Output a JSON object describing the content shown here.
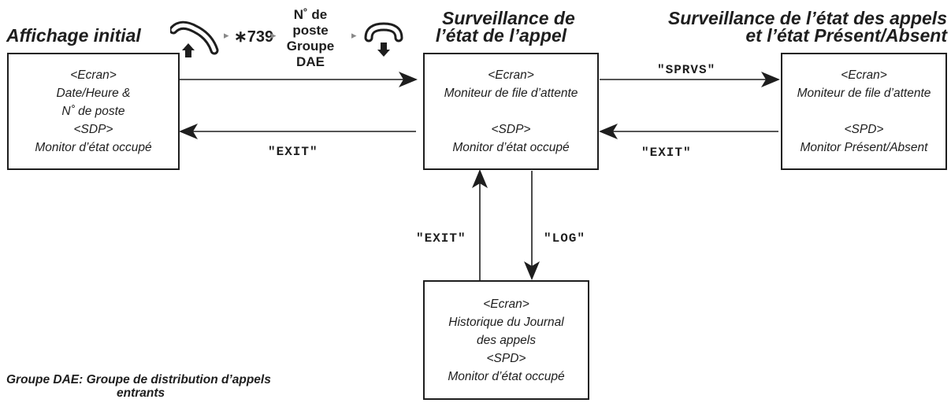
{
  "headings": {
    "initial": "Affichage initial",
    "call_status_line1": "Surveillance de",
    "call_status_line2": "l’état de l’appel",
    "calls_presence_line1": "Surveillance de l’état des appels",
    "calls_presence_line2": "et l’état Présent/Absent"
  },
  "sequence": {
    "offhook_icon": "handset-offhook-icon",
    "arrow_glyph": "▸",
    "feature_code": "∗739",
    "extension_line1": "N˚ de",
    "extension_line2": "poste",
    "extension_line3": "Groupe",
    "extension_line4": "DAE",
    "onhook_icon": "handset-onhook-icon"
  },
  "boxes": {
    "initial": [
      "<Ecran>",
      "Date/Heure &",
      "N˚ de poste",
      "<SDP>",
      "Monitor d’état occupé"
    ],
    "call_status": [
      "<Ecran>",
      "Moniteur de file d’attente",
      "",
      "<SDP>",
      "Monitor d’état occupé"
    ],
    "calls_presence": [
      "<Ecran>",
      "Moniteur de file d’attente",
      "",
      "<SPD>",
      "Monitor Présent/Absent"
    ],
    "log": [
      "<Ecran>",
      "Historique du Journal",
      "des appels",
      "<SPD>",
      "Monitor d’état occupé"
    ]
  },
  "arrow_labels": {
    "exit_left": "\"EXIT\"",
    "sprvs": "\"SPRVS\"",
    "exit_right": "\"EXIT\"",
    "exit_up": "\"EXIT\"",
    "log_down": "\"LOG\""
  },
  "footnote": {
    "line1": "Groupe DAE: Groupe de distribution d’appels",
    "line2": "entrants"
  }
}
